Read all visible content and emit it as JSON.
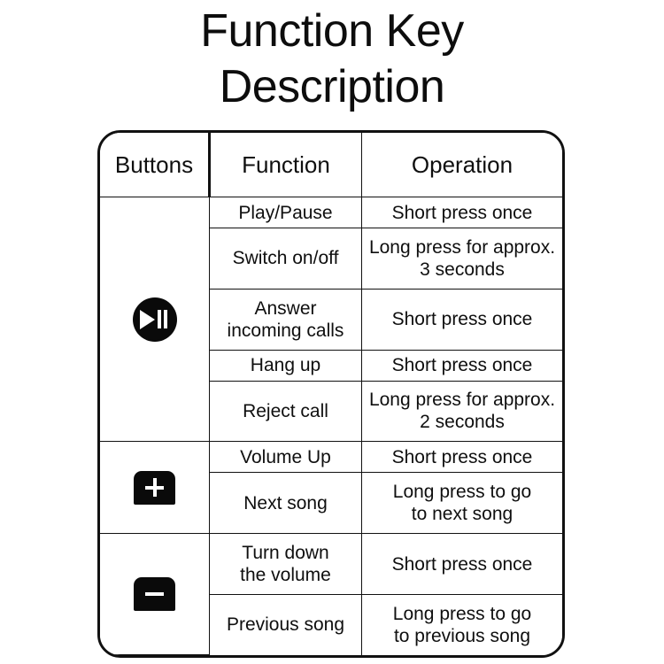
{
  "title": {
    "line1": "Function Key",
    "line2": "Description"
  },
  "table": {
    "headers": {
      "buttons": "Buttons",
      "function": "Function",
      "operation": "Operation"
    },
    "groups": [
      {
        "button_icon": "play-pause-icon",
        "rows": [
          {
            "function": "Play/Pause",
            "operation": "Short press once"
          },
          {
            "function": "Switch on/off",
            "operation": "Long press for approx.\n3 seconds"
          },
          {
            "function": "Answer\nincoming calls",
            "operation": "Short press once"
          },
          {
            "function": "Hang up",
            "operation": "Short press once"
          },
          {
            "function": "Reject call",
            "operation": "Long press for approx.\n2 seconds"
          }
        ]
      },
      {
        "button_icon": "plus-key-icon",
        "rows": [
          {
            "function": "Volume Up",
            "operation": "Short press once"
          },
          {
            "function": "Next song",
            "operation": "Long press to go\nto next song"
          }
        ]
      },
      {
        "button_icon": "minus-key-icon",
        "rows": [
          {
            "function": "Turn down\nthe volume",
            "operation": "Short press once"
          },
          {
            "function": "Previous song",
            "operation": "Long press to go\nto previous song"
          }
        ]
      }
    ]
  },
  "colors": {
    "ink": "#111111",
    "background": "#ffffff",
    "icon_fill": "#0a0a0a",
    "icon_glyph": "#ffffff"
  }
}
